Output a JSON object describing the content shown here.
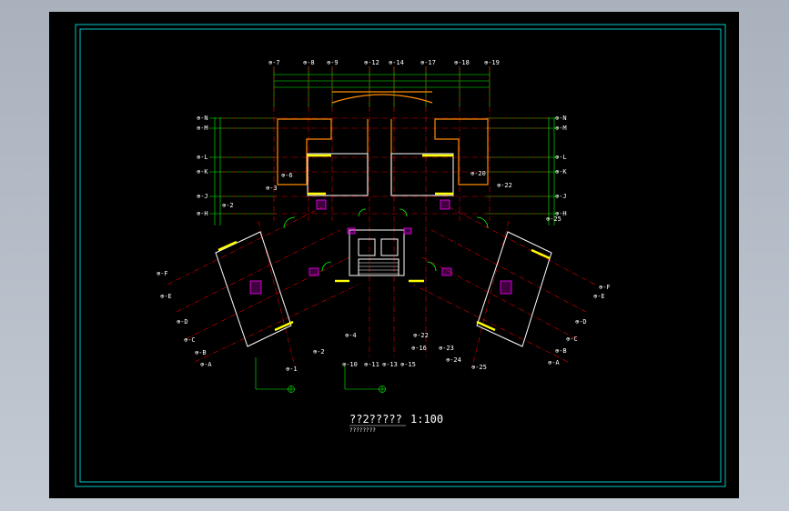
{
  "drawing": {
    "title_text": "??2?????",
    "scale_text": "1:100",
    "subtitle_text": "????????",
    "colors": {
      "background": "#000000",
      "frame": "#00c8c8",
      "axis": "#e00000",
      "wall": "#ffff00",
      "dimension": "#00ff00",
      "outline": "#ff8c00",
      "detail": "#ff00ff",
      "white": "#ffffff"
    }
  },
  "axes": {
    "top": [
      "7",
      "8",
      "9",
      "12",
      "14",
      "17",
      "18",
      "19"
    ],
    "left": [
      "N",
      "M",
      "L",
      "K",
      "J",
      "H"
    ],
    "right": [
      "N",
      "M",
      "L",
      "K",
      "J",
      "H"
    ],
    "bottom": [
      "1",
      "2",
      "4",
      "10",
      "11",
      "13",
      "15",
      "16",
      "22",
      "23",
      "24",
      "25"
    ],
    "left_wing": [
      "F",
      "E",
      "D",
      "C",
      "B",
      "A"
    ],
    "right_wing": [
      "F",
      "E",
      "D",
      "C",
      "B",
      "A"
    ],
    "inner": [
      "6",
      "20",
      "22",
      "25",
      "2",
      "3"
    ]
  }
}
